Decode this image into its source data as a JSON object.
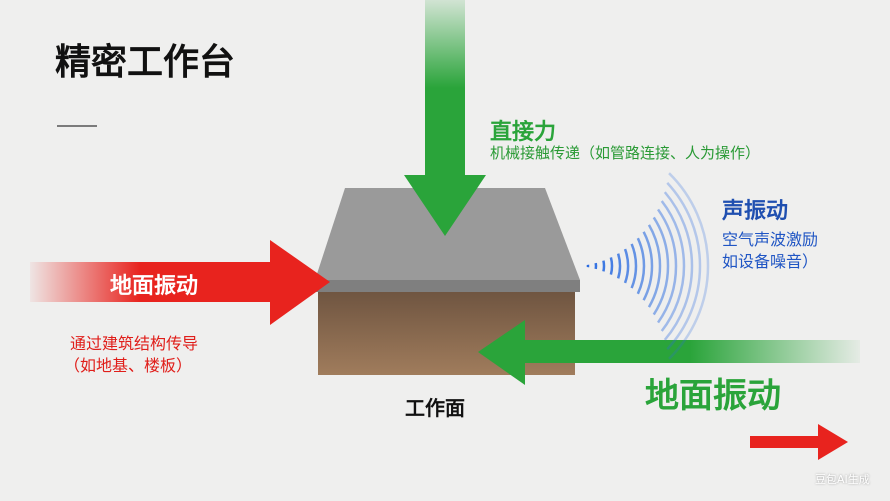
{
  "title": "精密工作台",
  "direct_force": {
    "title": "直接力",
    "desc": "机械接触传递（如管路连接、人为操作）"
  },
  "acoustic": {
    "title": "声振动",
    "line1": "空气声波激励",
    "line2": "如设备噪音）"
  },
  "ground_left": {
    "label": "地面振动",
    "line1": "通过建筑结构传导",
    "line2": "（如地基、楼板）"
  },
  "ground_right": {
    "label": "地面振动"
  },
  "work_surface": "工作面",
  "watermark": "豆包AI生成",
  "colors": {
    "green": "#2aa43a",
    "red": "#e8231e",
    "blue": "#1f55c4"
  }
}
